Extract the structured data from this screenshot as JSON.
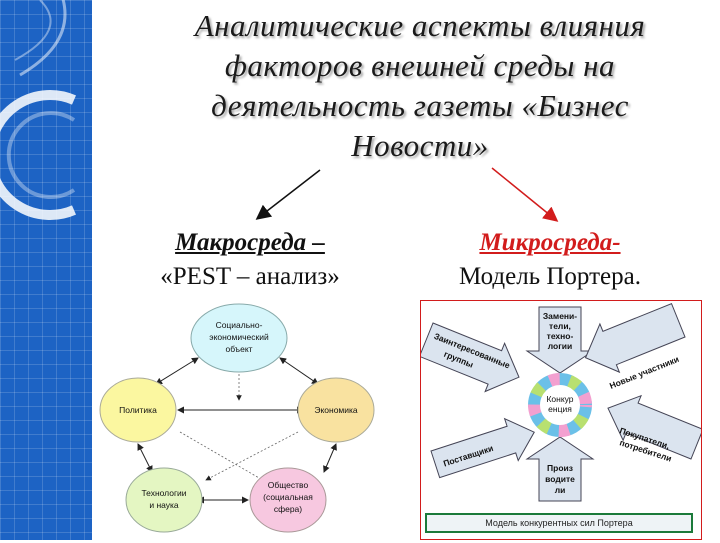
{
  "title": {
    "lines": [
      "Аналитические аспекты влияния",
      "факторов внешней среды на",
      "деятельность газеты «Бизнес",
      "Новости»"
    ]
  },
  "macro": {
    "heading": "Макросреда –",
    "sub": "«PEST – анализ»"
  },
  "micro": {
    "heading": "Микросреда-",
    "sub": "Модель Портера."
  },
  "pest": {
    "nodes": {
      "socio": [
        "Социально-",
        "экономический",
        "объект"
      ],
      "politics": [
        "Политика"
      ],
      "economy": [
        "Экономика"
      ],
      "tech": [
        "Технологии",
        "и наука"
      ],
      "society": [
        "Общество",
        "(социальная",
        "сфера)"
      ]
    }
  },
  "porter": {
    "substitutes": [
      "Замени-",
      "тели,",
      "техно-",
      "логии"
    ],
    "interest": [
      "Заинтересованные",
      "группы"
    ],
    "entrants": "Новые участники",
    "suppliers": "Поставщики",
    "buyers": [
      "Покупатели,",
      "потребители"
    ],
    "producers": [
      "Произ",
      "водите",
      "ли"
    ],
    "center": [
      "Конкур",
      "енция"
    ],
    "caption": "Модель конкурентных сил Портера"
  },
  "colors": {
    "band": "#1d63c4",
    "socio_fill": "#d6f6fb",
    "politics_fill": "#fbf7a0",
    "economy_fill": "#f9e2a0",
    "tech_fill": "#e4f6c2",
    "society_fill": "#f7c8e0",
    "porter_arrow_fill": "#dbe4ef",
    "accent_red": "#d21c1c"
  }
}
